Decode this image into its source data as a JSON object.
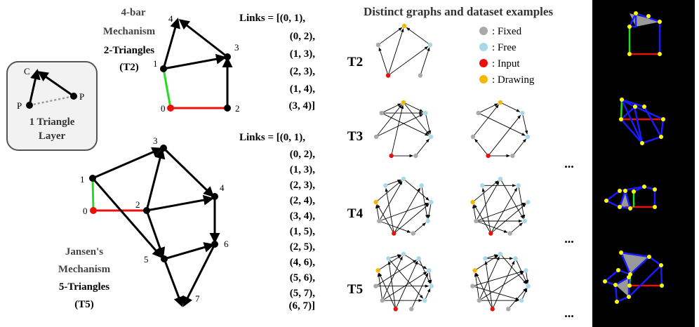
{
  "title": "Distinct graphs and dataset examples",
  "triangle_box": {
    "label_c": "C",
    "label_p_left": "P",
    "label_p_right": "P",
    "line1": "1 Triangle",
    "line2": "Layer"
  },
  "fourbar": {
    "line1": "4-bar",
    "line2": "Mechanism",
    "line3": "2-Triangles",
    "line4": "(T2)",
    "nodes": [
      "0",
      "1",
      "2",
      "3",
      "4"
    ],
    "links": [
      "Links = [(0, 1),",
      "(0, 2),",
      "(1, 3),",
      "(2, 3),",
      "(1, 4),",
      "(3, 4)]"
    ]
  },
  "jansen": {
    "line1": "Jansen's",
    "line2": "Mechanism",
    "line3": "5-Triangles",
    "line4": "(T5)",
    "nodes": [
      "0",
      "1",
      "2",
      "3",
      "4",
      "5",
      "6",
      "7"
    ],
    "links": [
      "Links = [(0, 1),",
      "(0, 2),",
      "(1, 3),",
      "(2, 3),",
      "(2, 4),",
      "(3, 4),",
      "(1, 5),",
      "(2, 5),",
      "(4, 6),",
      "(5, 6),",
      "(5, 7),",
      "(6, 7)]"
    ]
  },
  "rows": [
    "T2",
    "T3",
    "T4",
    "T5"
  ],
  "legend": [
    {
      "label": ": Fixed",
      "color": "#aaaaaa"
    },
    {
      "label": ": Free",
      "color": "#a8d8ea"
    },
    {
      "label": ": Input",
      "color": "#e8120c"
    },
    {
      "label": ": Drawing",
      "color": "#f5b800"
    }
  ],
  "ellipsis": "...",
  "colors": {
    "input_link": "#e8120c",
    "ground_link": "#22dd22",
    "panel": "#000000",
    "sim_link": "#1a1aff",
    "sim_node": "#ffff00"
  }
}
